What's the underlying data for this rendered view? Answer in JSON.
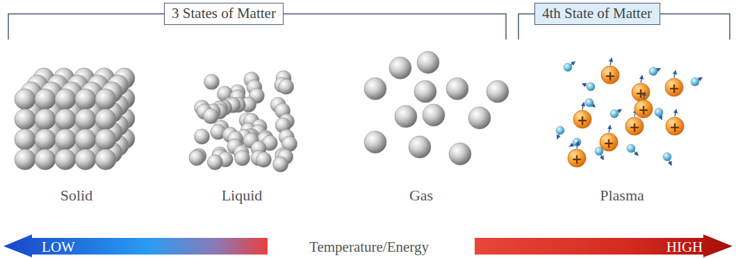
{
  "diagram": {
    "nodes": [
      {
        "text": [
          "3 States of Matter"
        ]
      },
      {
        "text": [
          "4th State of Matter"
        ]
      }
    ],
    "labels": [
      "Solid",
      "Liquid",
      "Gas",
      "Plasma",
      "+",
      "+",
      "+",
      "+",
      "+",
      "+",
      "+",
      "+",
      "+",
      "LOW",
      "Temperature/Energy",
      "HIGH"
    ]
  }
}
